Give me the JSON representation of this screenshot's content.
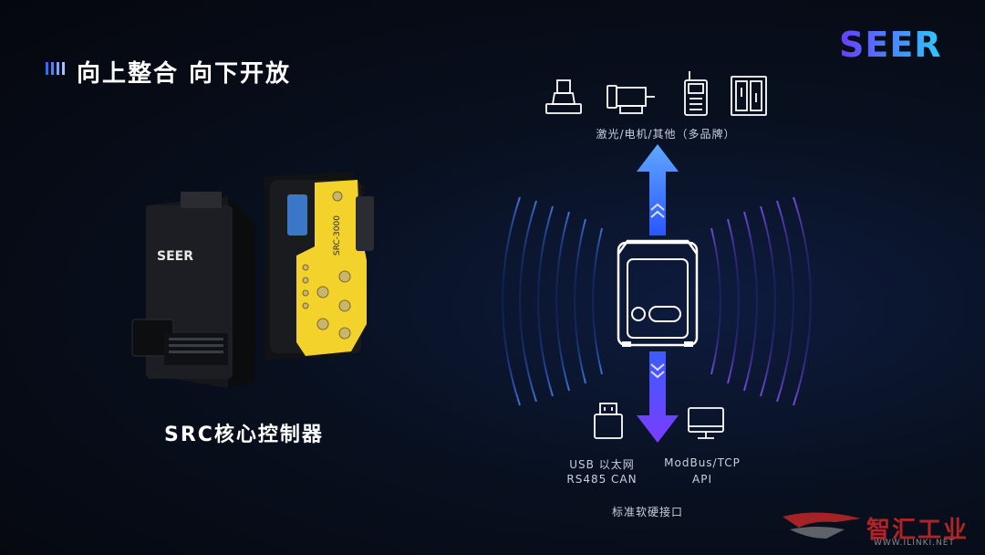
{
  "header": {
    "title": "向上整合 向下开放",
    "brand": "SEER"
  },
  "product": {
    "label": "SRC核心控制器",
    "case_logo": "SEER",
    "board_model": "SRC-3000"
  },
  "upstream": {
    "icons": [
      "tower-light-icon",
      "motor-icon",
      "radio-icon",
      "switch-panel-icon"
    ],
    "label": "激光/电机/其他（多品牌）"
  },
  "downstream": {
    "icons": [
      "usb-dongle-icon",
      "monitor-icon"
    ],
    "group_left": {
      "line1": "USB 以太网",
      "line2": "RS485 CAN"
    },
    "group_right": {
      "line1": "ModBus/TCP",
      "line2": "API"
    },
    "label": "标准软硬接口"
  },
  "colors": {
    "accent_blue": "#2f6bff",
    "arrow_top": "#5fa8ff",
    "arrow_bottom": "#7b3cff",
    "board_yellow": "#f2d22b",
    "logo_gradient_start": "#6a3cff",
    "logo_gradient_end": "#2ec8ff"
  },
  "watermark": {
    "text": "智汇工业",
    "url": "WWW.ILINKI.NET"
  }
}
